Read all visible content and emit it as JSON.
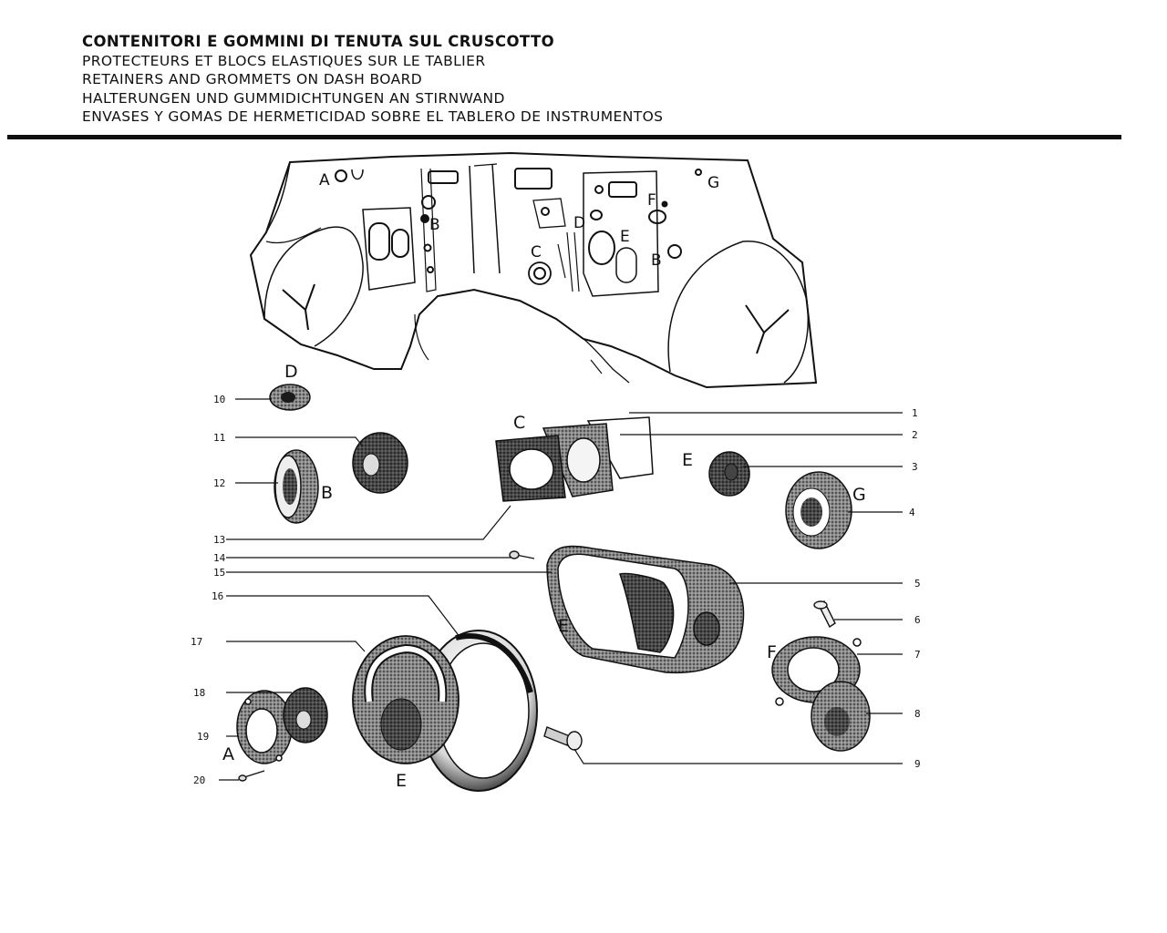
{
  "titles": [
    "CONTENITORI E GOMMINI DI TENUTA SUL CRUSCOTTO",
    "PROTECTEURS ET BLOCS ELASTIQUES SUR LE TABLIER",
    "RETAINERS AND GROMMETS ON DASH BOARD",
    "HALTERUNGEN UND GUMMIDICHTUNGEN AN STIRNWAND",
    "ENVASES Y GOMAS DE HERMETICIDAD SOBRE EL TABLERO DE INSTRUMENTOS"
  ],
  "dash_labels": {
    "a": "A",
    "b_left": "B",
    "b_right": "B",
    "c": "C",
    "d": "D",
    "e": "E",
    "f": "F",
    "g": "G"
  },
  "part_letters": {
    "d": "D",
    "b": "B",
    "c": "C",
    "e_small": "E",
    "g": "G",
    "e_housing": "E",
    "f": "F",
    "a": "A",
    "e_bezel": "E"
  },
  "ref_numbers": {
    "n1": "1",
    "n2": "2",
    "n3": "3",
    "n4": "4",
    "n5": "5",
    "n6": "6",
    "n7": "7",
    "n8": "8",
    "n9": "9",
    "n10": "10",
    "n11": "11",
    "n12": "12",
    "n13": "13",
    "n14": "14",
    "n15": "15",
    "n16": "16",
    "n17": "17",
    "n18": "18",
    "n19": "19",
    "n20": "20"
  }
}
